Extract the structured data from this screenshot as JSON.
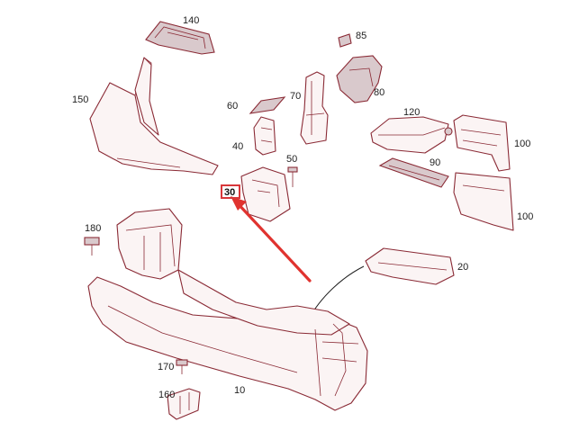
{
  "labels": {
    "p10": "10",
    "p20": "20",
    "p30": "30",
    "p40": "40",
    "p50": "50",
    "p60": "60",
    "p70": "70",
    "p80": "80",
    "p85": "85",
    "p90": "90",
    "p100a": "100",
    "p100b": "100",
    "p120": "120",
    "p140": "140",
    "p150": "150",
    "p160": "160",
    "p170": "170",
    "p180": "180"
  },
  "colors": {
    "outline": "#8a2a35",
    "arrow": "#e0332f",
    "highlight_box": "#d8373a"
  }
}
